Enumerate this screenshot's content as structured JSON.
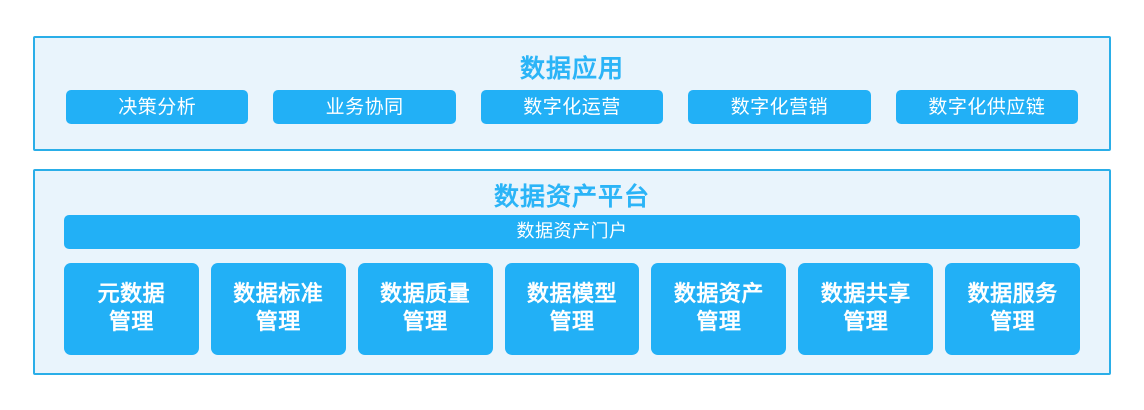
{
  "colors": {
    "panel_background": "#e9f4fc",
    "panel_border": "#2aaee8",
    "chip_blue": "#22b0f6",
    "title_blue": "#2bb4f7",
    "text_white": "#ffffff"
  },
  "layers": {
    "application": {
      "title": "数据应用",
      "chips": [
        {
          "label": "决策分析"
        },
        {
          "label": "业务协同"
        },
        {
          "label": "数字化运营"
        },
        {
          "label": "数字化营销"
        },
        {
          "label": "数字化供应链"
        }
      ]
    },
    "platform": {
      "title": "数据资产平台",
      "portal": {
        "label": "数据资产门户"
      },
      "cards": [
        {
          "line1": "元数据",
          "line2": "管理"
        },
        {
          "line1": "数据标准",
          "line2": "管理"
        },
        {
          "line1": "数据质量",
          "line2": "管理"
        },
        {
          "line1": "数据模型",
          "line2": "管理"
        },
        {
          "line1": "数据资产",
          "line2": "管理"
        },
        {
          "line1": "数据共享",
          "line2": "管理"
        },
        {
          "line1": "数据服务",
          "line2": "管理"
        }
      ]
    }
  }
}
